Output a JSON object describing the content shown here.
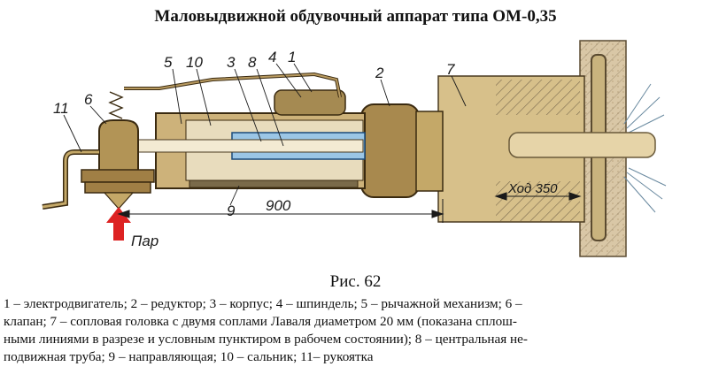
{
  "title": "Маловыдвижной обдувочный аппарат типа ОМ-0,35",
  "figure": {
    "labels": {
      "l5": "5",
      "l10": "10",
      "l3": "3",
      "l8": "8",
      "l4": "4",
      "l1": "1",
      "l2": "2",
      "l7": "7",
      "l11": "11",
      "l6": "6",
      "l9": "9"
    },
    "dimension_900": "900",
    "stroke_label": "Ход 350",
    "steam_label": "Пар"
  },
  "caption": "Рис. 62",
  "legend_lines": [
    "1 – электродвигатель; 2 – редуктор; 3 – корпус; 4 – шпиндель; 5 – рычажной механизм; 6 –",
    "клапан; 7 – сопловая головка с двумя соплами Лаваля диаметром 20 мм (показана сплош-",
    "ными линиями в разрезе и условным пунктиром в рабочем состоянии); 8 – центральная не-",
    "подвижная труба; 9 – направляющая; 10 – сальник; 11– рукоятка"
  ]
}
